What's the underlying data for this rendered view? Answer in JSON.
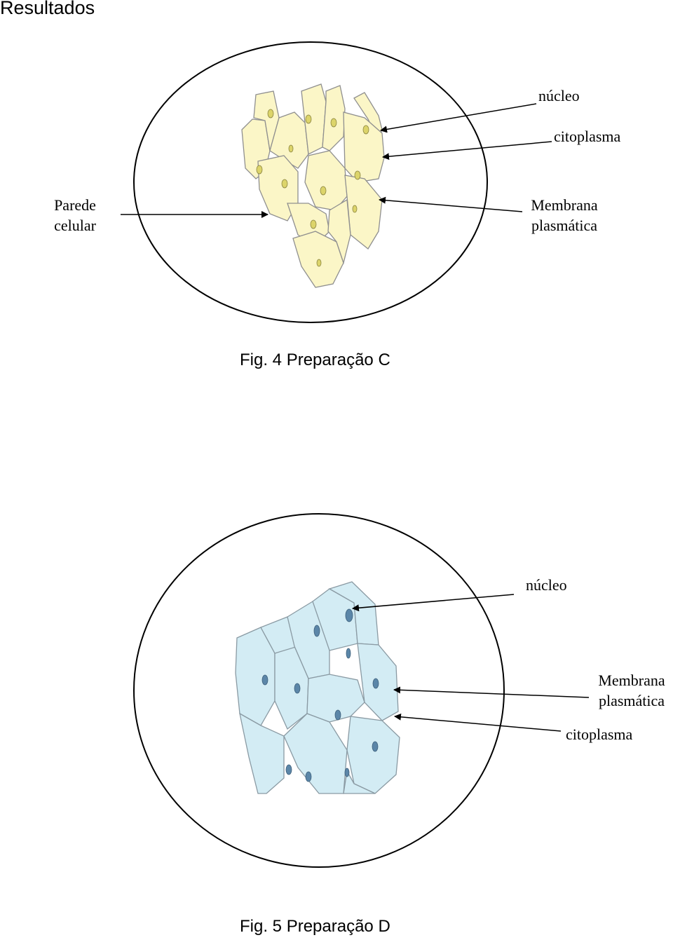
{
  "page": {
    "title": "Resultados"
  },
  "figures": [
    {
      "id": "fig4",
      "caption": "Fig. 4 Preparação C",
      "cell_fill": "#fbf6c7",
      "cell_stroke": "#8f8f8f",
      "nucleus_fill": "#dcd46a",
      "labels": {
        "nucleus": "núcleo",
        "cytoplasm": "citoplasma",
        "cell_wall_1": "Parede",
        "cell_wall_2": "celular",
        "membrane_1": "Membrana",
        "membrane_2": "plasmática"
      }
    },
    {
      "id": "fig5",
      "caption": "Fig. 5 Preparação D",
      "cell_fill": "#d3ecf4",
      "cell_stroke": "#8a9aa3",
      "nucleus_fill": "#5b86a8",
      "labels": {
        "nucleus": "núcleo",
        "membrane_1": "Membrana",
        "membrane_2": "plasmática",
        "cytoplasm": "citoplasma"
      }
    }
  ]
}
